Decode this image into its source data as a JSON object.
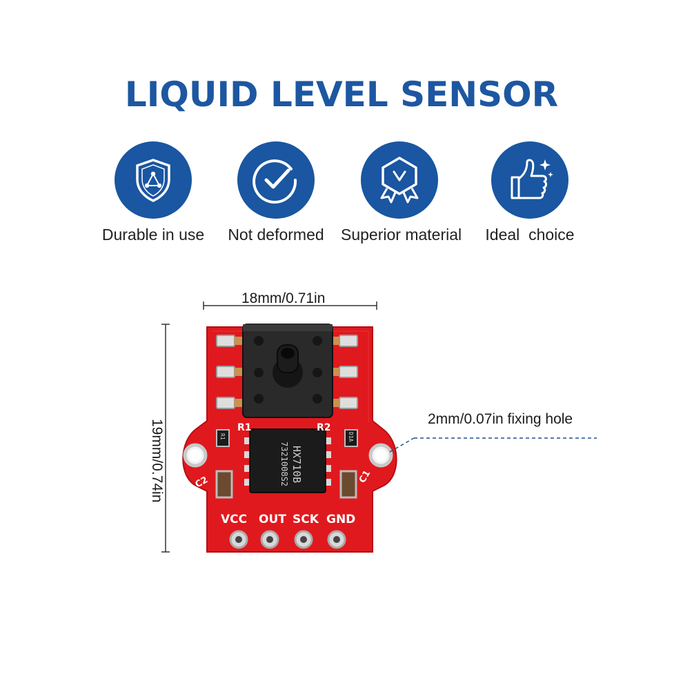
{
  "title": "LIQUID LEVEL SENSOR",
  "colors": {
    "brand_blue": "#1d57a1",
    "pcb_red": "#e0191e",
    "dashed_line": "#1f4f8f"
  },
  "features": [
    {
      "icon": "shield-triangle-icon",
      "label": "Durable in use"
    },
    {
      "icon": "check-circle-icon",
      "label": "Not deformed"
    },
    {
      "icon": "award-badge-icon",
      "label": "Superior material"
    },
    {
      "icon": "thumbs-up-icon",
      "label": "Ideal  choice"
    }
  ],
  "dimensions": {
    "width": "18mm/0.71in",
    "height": "19mm/0.74in",
    "hole": "2mm/0.07in fixing hole"
  },
  "board": {
    "chip_text_line1": "HX710B",
    "chip_text_line2": "7321008S2",
    "labels": {
      "r1": "R1",
      "r2": "R2",
      "c1": "C1",
      "c2": "C2",
      "r1_small": "R1",
      "r2_small": "D1A"
    },
    "pins": [
      "VCC",
      "OUT",
      "SCK",
      "GND"
    ]
  }
}
